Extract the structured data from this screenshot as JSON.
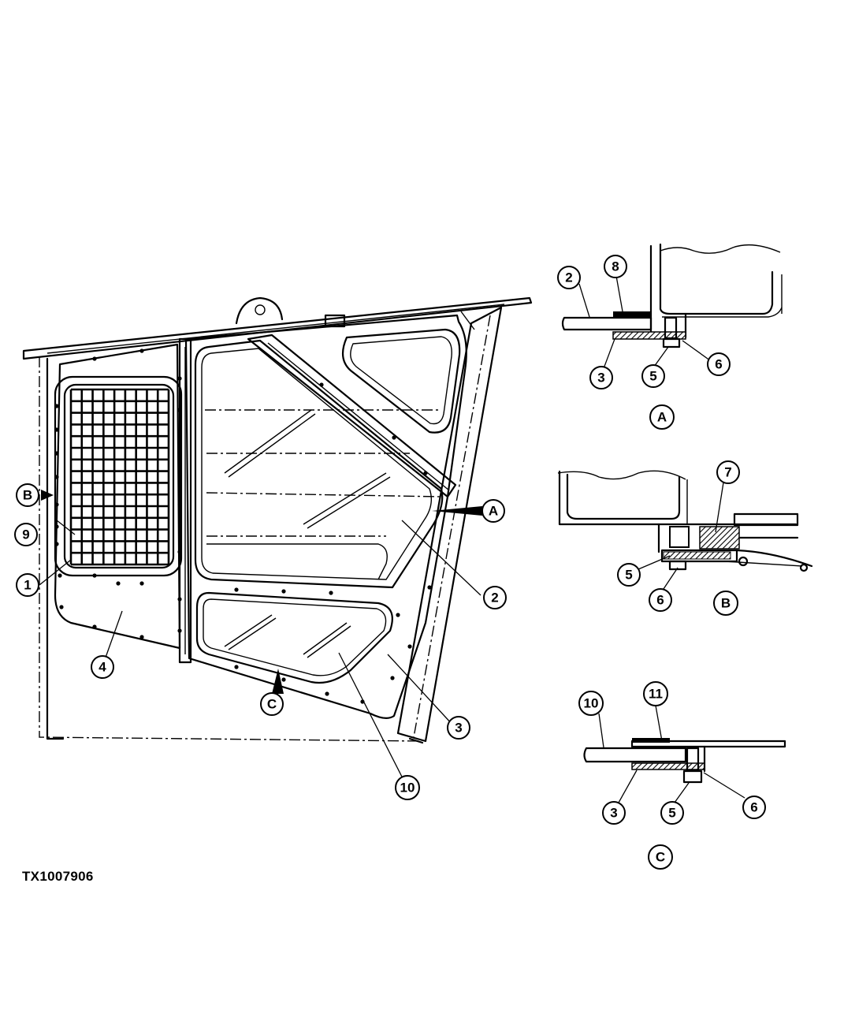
{
  "figure_code": "TX1007906",
  "callouts": {
    "main": [
      "B",
      "9",
      "1",
      "4",
      "A",
      "2",
      "C",
      "3",
      "10"
    ],
    "detail_a": [
      "2",
      "8",
      "3",
      "5",
      "6"
    ],
    "detail_a_label": "A",
    "detail_b": [
      "7",
      "5",
      "6"
    ],
    "detail_b_label": "B",
    "detail_c": [
      "10",
      "11",
      "3",
      "5",
      "6"
    ],
    "detail_c_label": "C"
  }
}
